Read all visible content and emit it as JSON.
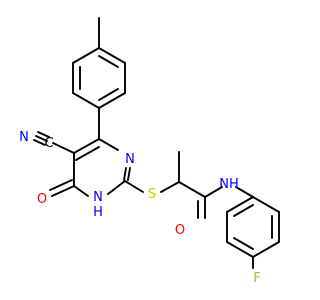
{
  "structure": {
    "atoms": {
      "n_top": {
        "text": "N",
        "color": "#0000ff"
      },
      "n_bottom_h": {
        "text": "H",
        "color": "#0000ff"
      },
      "n_bottom": {
        "text": "N",
        "color": "#0000ff"
      },
      "o_ring": {
        "text": "O",
        "color": "#ff0000"
      },
      "n_nitrile": {
        "text": "N",
        "color": "#0000ff"
      },
      "c_nitrile": {
        "text": "C",
        "color": "#000000"
      },
      "s": {
        "text": "S",
        "color": "#cccc00"
      },
      "o_amide": {
        "text": "O",
        "color": "#ff0000"
      },
      "nh_amide": {
        "text": "NH",
        "color": "#0000ff"
      },
      "f": {
        "text": "F",
        "color": "#daa520"
      }
    }
  }
}
